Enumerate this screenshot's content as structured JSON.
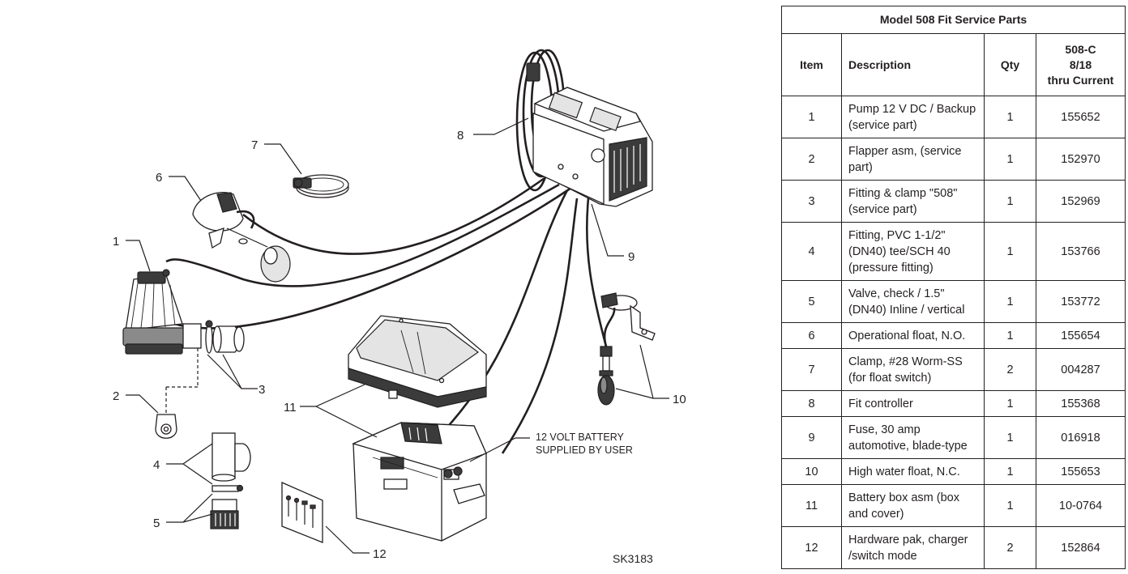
{
  "diagram": {
    "callouts": [
      {
        "id": "1",
        "label": "1"
      },
      {
        "id": "2",
        "label": "2"
      },
      {
        "id": "3",
        "label": "3"
      },
      {
        "id": "4",
        "label": "4"
      },
      {
        "id": "5",
        "label": "5"
      },
      {
        "id": "6",
        "label": "6"
      },
      {
        "id": "7",
        "label": "7"
      },
      {
        "id": "8",
        "label": "8"
      },
      {
        "id": "9",
        "label": "9"
      },
      {
        "id": "10",
        "label": "10"
      },
      {
        "id": "11",
        "label": "11"
      },
      {
        "id": "12",
        "label": "12"
      }
    ],
    "battery_note_line1": "12 VOLT BATTERY",
    "battery_note_line2": "SUPPLIED BY USER",
    "drawing_number": "SK3183"
  },
  "table": {
    "title": "Model 508 Fit Service Parts",
    "headers": {
      "item": "Item",
      "description": "Description",
      "qty": "Qty",
      "part_line1": "508-C",
      "part_line2": "8/18",
      "part_line3": "thru Current"
    },
    "rows": [
      {
        "item": "1",
        "desc1": "Pump 12 V DC / Backup",
        "desc2": "(service part)",
        "desc3": "",
        "qty": "1",
        "part": "155652"
      },
      {
        "item": "2",
        "desc1": "Flapper asm, (service",
        "desc2": "part)",
        "desc3": "",
        "qty": "1",
        "part": "152970"
      },
      {
        "item": "3",
        "desc1": "Fitting & clamp \"508\"",
        "desc2": "(service part)",
        "desc3": "",
        "qty": "1",
        "part": "152969"
      },
      {
        "item": "4",
        "desc1": "Fitting, PVC 1-1/2\"",
        "desc2": "(DN40) tee/SCH 40",
        "desc3": "(pressure fitting)",
        "qty": "1",
        "part": "153766"
      },
      {
        "item": "5",
        "desc1": "Valve, check / 1.5\"",
        "desc2": "(DN40) Inline / vertical",
        "desc3": "",
        "qty": "1",
        "part": "153772"
      },
      {
        "item": "6",
        "desc1": "Operational float, N.O.",
        "desc2": "",
        "desc3": "",
        "qty": "1",
        "part": "155654"
      },
      {
        "item": "7",
        "desc1": "Clamp, #28 Worm-SS",
        "desc2": "(for float switch)",
        "desc3": "",
        "qty": "2",
        "part": "004287"
      },
      {
        "item": "8",
        "desc1": "Fit controller",
        "desc2": "",
        "desc3": "",
        "qty": "1",
        "part": "155368"
      },
      {
        "item": "9",
        "desc1": "Fuse, 30 amp",
        "desc2": "automotive, blade-type",
        "desc3": "",
        "qty": "1",
        "part": "016918"
      },
      {
        "item": "10",
        "desc1": "High water float, N.C.",
        "desc2": "",
        "desc3": "",
        "qty": "1",
        "part": "155653"
      },
      {
        "item": "11",
        "desc1": "Battery box asm (box",
        "desc2": "and cover)",
        "desc3": "",
        "qty": "1",
        "part": "10-0764"
      },
      {
        "item": "12",
        "desc1": "Hardware pak, charger",
        "desc2": "/switch mode",
        "desc3": "",
        "qty": "2",
        "part": "152864"
      }
    ]
  }
}
